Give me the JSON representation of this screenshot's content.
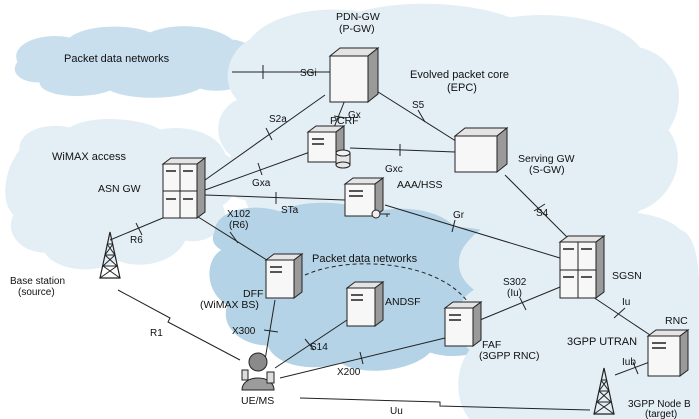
{
  "regions": {
    "packet_data_networks_top": "Packet data networks",
    "epc_line1": "Evolved packet core",
    "epc_line2": "(EPC)",
    "wimax_access": "WiMAX access",
    "packet_data_networks_center": "Packet data networks",
    "utran": "3GPP UTRAN"
  },
  "nodes": {
    "pdn_gw_line1": "PDN-GW",
    "pdn_gw_line2": "(P-GW)",
    "pcrf": "PCRF",
    "serving_gw_line1": "Serving GW",
    "serving_gw_line2": "(S-GW)",
    "aaa_hss": "AAA/HSS",
    "asn_gw": "ASN GW",
    "base_station_line1": "Base station",
    "base_station_line2": "(source)",
    "dff_line1": "DFF",
    "dff_line2": "(WiMAX BS)",
    "andsf": "ANDSF",
    "faf_line1": "FAF",
    "faf_line2": "(3GPP RNC)",
    "sgsn": "SGSN",
    "rnc": "RNC",
    "node_b_line1": "3GPP Node B",
    "node_b_line2": "(target)",
    "ue": "UE/MS"
  },
  "interfaces": {
    "sgi": "SGi",
    "gx": "Gx",
    "s2a": "S2a",
    "s5": "S5",
    "gxa": "Gxa",
    "gxc": "Gxc",
    "sta": "STa",
    "gr": "Gr",
    "s4": "S4",
    "x102_line1": "X102",
    "x102_line2": "(R6)",
    "r6": "R6",
    "s302_line1": "S302",
    "s302_line2": "(Iu)",
    "iu": "Iu",
    "iub": "Iub",
    "r1": "R1",
    "x300": "X300",
    "s14": "S14",
    "x200": "X200",
    "uu": "Uu"
  },
  "colors": {
    "cloud_fill": "#dbeaf3",
    "cloud_dark": "#b9d7e8",
    "cloud_edge": "#c5dfec"
  }
}
